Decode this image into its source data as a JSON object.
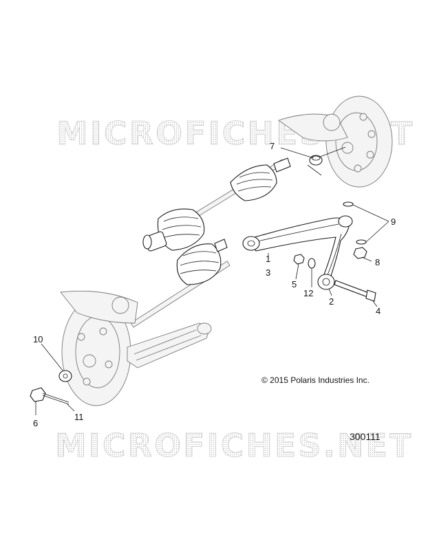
{
  "watermark": {
    "text": "MICROFICHES.NET"
  },
  "copyright": "© 2015 Polaris Industries Inc.",
  "diagram_number": "300111",
  "callouts": [
    {
      "id": "c1",
      "label": "1"
    },
    {
      "id": "c2",
      "label": "2"
    },
    {
      "id": "c3",
      "label": "3"
    },
    {
      "id": "c4",
      "label": "4"
    },
    {
      "id": "c5",
      "label": "5"
    },
    {
      "id": "c6",
      "label": "6"
    },
    {
      "id": "c7",
      "label": "7"
    },
    {
      "id": "c8",
      "label": "8"
    },
    {
      "id": "c9",
      "label": "9"
    },
    {
      "id": "c10",
      "label": "10"
    },
    {
      "id": "c11",
      "label": "11"
    },
    {
      "id": "c12",
      "label": "12"
    }
  ]
}
